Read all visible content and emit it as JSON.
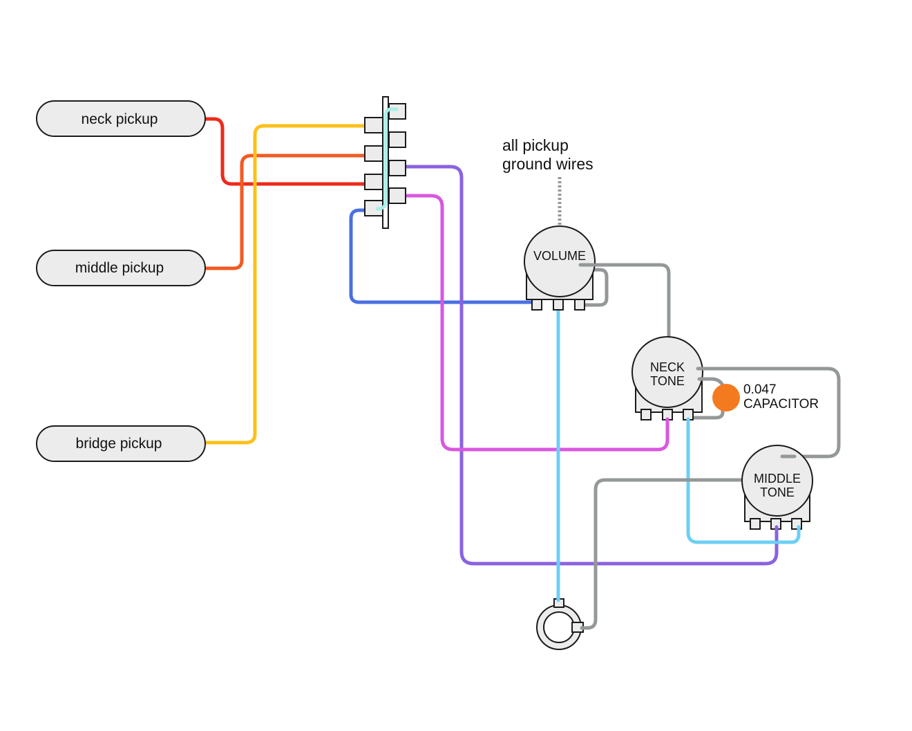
{
  "pickups": {
    "neck": "neck pickup",
    "middle": "middle pickup",
    "bridge": "bridge pickup"
  },
  "pots": {
    "volume": "VOLUME",
    "neck_tone_line1": "NECK",
    "neck_tone_line2": "TONE",
    "middle_tone_line1": "MIDDLE",
    "middle_tone_line2": "TONE"
  },
  "ground_note": {
    "line1": "all pickup",
    "line2": "ground wires"
  },
  "capacitor": {
    "line1": "0.047",
    "line2": "CAPACITOR"
  },
  "colors": {
    "red": "#ee2a1b",
    "orange_red": "#f15a22",
    "yellow": "#fdc01a",
    "blue": "#4a6fe3",
    "violet": "#8a63e0",
    "magenta": "#d957e0",
    "light_blue": "#6ccff6",
    "mint": "#a8f0e6",
    "gray": "#949899",
    "capacitor": "#f47a20"
  }
}
